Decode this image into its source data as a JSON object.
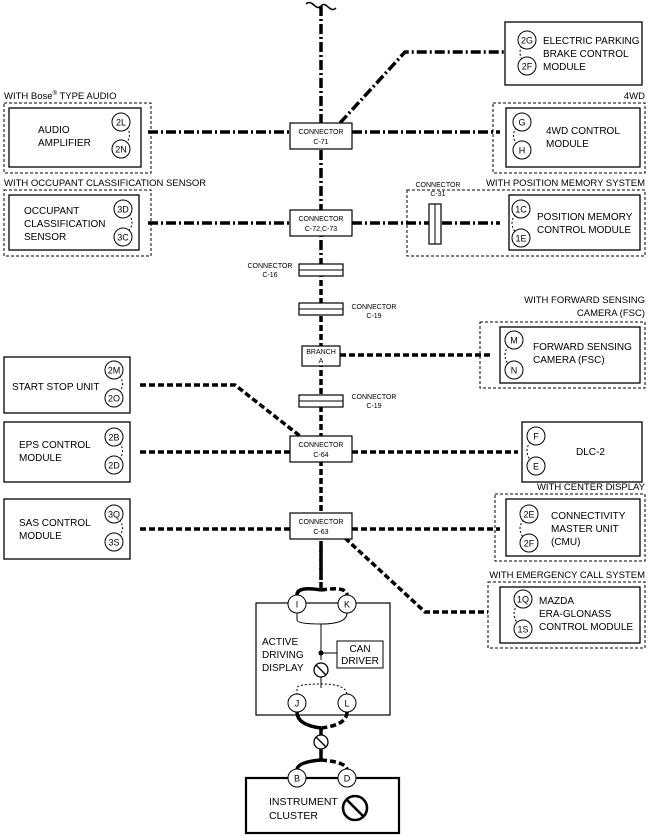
{
  "modules": {
    "epb": {
      "name": [
        "ELECTRIC PARKING",
        "BRAKE CONTROL",
        "MODULE"
      ],
      "pins": [
        "2G",
        "2F"
      ]
    },
    "audio": {
      "header": "WITH Bose",
      "header_sup": "®",
      "header_tail": " TYPE AUDIO",
      "name": [
        "AUDIO",
        "AMPLIFIER"
      ],
      "pins": [
        "2L",
        "2N"
      ]
    },
    "fourwd": {
      "header": "4WD",
      "name": [
        "4WD CONTROL",
        "MODULE"
      ],
      "pins": [
        "G",
        "H"
      ]
    },
    "ocs": {
      "header": "WITH OCCUPANT CLASSIFICATION SENSOR",
      "name": [
        "OCCUPANT",
        "CLASSIFICATION",
        "SENSOR"
      ],
      "pins": [
        "3D",
        "3C"
      ]
    },
    "posmem": {
      "header": "WITH POSITION MEMORY SYSTEM",
      "name": [
        "POSITION MEMORY",
        "CONTROL MODULE"
      ],
      "pins": [
        "1C",
        "1E"
      ],
      "connector": [
        "CONNECTOR",
        "C-31"
      ]
    },
    "fsc": {
      "header": [
        "WITH FORWARD SENSING",
        "CAMERA (FSC)"
      ],
      "name": [
        "FORWARD SENSING",
        "CAMERA (FSC)"
      ],
      "pins": [
        "M",
        "N"
      ]
    },
    "ssu": {
      "name": [
        "START STOP UNIT"
      ],
      "pins": [
        "2M",
        "2O"
      ]
    },
    "eps": {
      "name": [
        "EPS CONTROL",
        "MODULE"
      ],
      "pins": [
        "2B",
        "2D"
      ]
    },
    "dlc": {
      "name": [
        "DLC-2"
      ],
      "pins": [
        "F",
        "E"
      ]
    },
    "sas": {
      "name": [
        "SAS CONTROL",
        "MODULE"
      ],
      "pins": [
        "3Q",
        "3S"
      ]
    },
    "cmu": {
      "header": "WITH CENTER DISPLAY",
      "name": [
        "CONNECTIVITY",
        "MASTER UNIT",
        "(CMU)"
      ],
      "pins": [
        "2E",
        "2F"
      ]
    },
    "era": {
      "header": "WITH EMERGENCY CALL SYSTEM",
      "name": [
        "MAZDA",
        "ERA-GLONASS",
        "CONTROL MODULE"
      ],
      "pins": [
        "1Q",
        "1S"
      ]
    },
    "add": {
      "name": [
        "ACTIVE",
        "DRIVING",
        "DISPLAY"
      ],
      "pins_top": [
        "I",
        "K"
      ],
      "pins_bottom": [
        "J",
        "L"
      ],
      "can_driver": [
        "CAN",
        "DRIVER"
      ]
    },
    "cluster": {
      "name": [
        "INSTRUMENT",
        "CLUSTER"
      ],
      "pins": [
        "B",
        "D"
      ]
    }
  },
  "connectors": {
    "c71": [
      "CONNECTOR",
      "C-71"
    ],
    "c72": [
      "CONNECTOR",
      "C-72,C-73"
    ],
    "c16": [
      "CONNECTOR",
      "C-16"
    ],
    "c19a": [
      "CONNECTOR",
      "C-19"
    ],
    "branch": [
      "BRANCH",
      "A"
    ],
    "c19b": [
      "CONNECTOR",
      "C-19"
    ],
    "c64": [
      "CONNECTOR",
      "C-64"
    ],
    "c63": [
      "CONNECTOR",
      "C-63"
    ]
  }
}
